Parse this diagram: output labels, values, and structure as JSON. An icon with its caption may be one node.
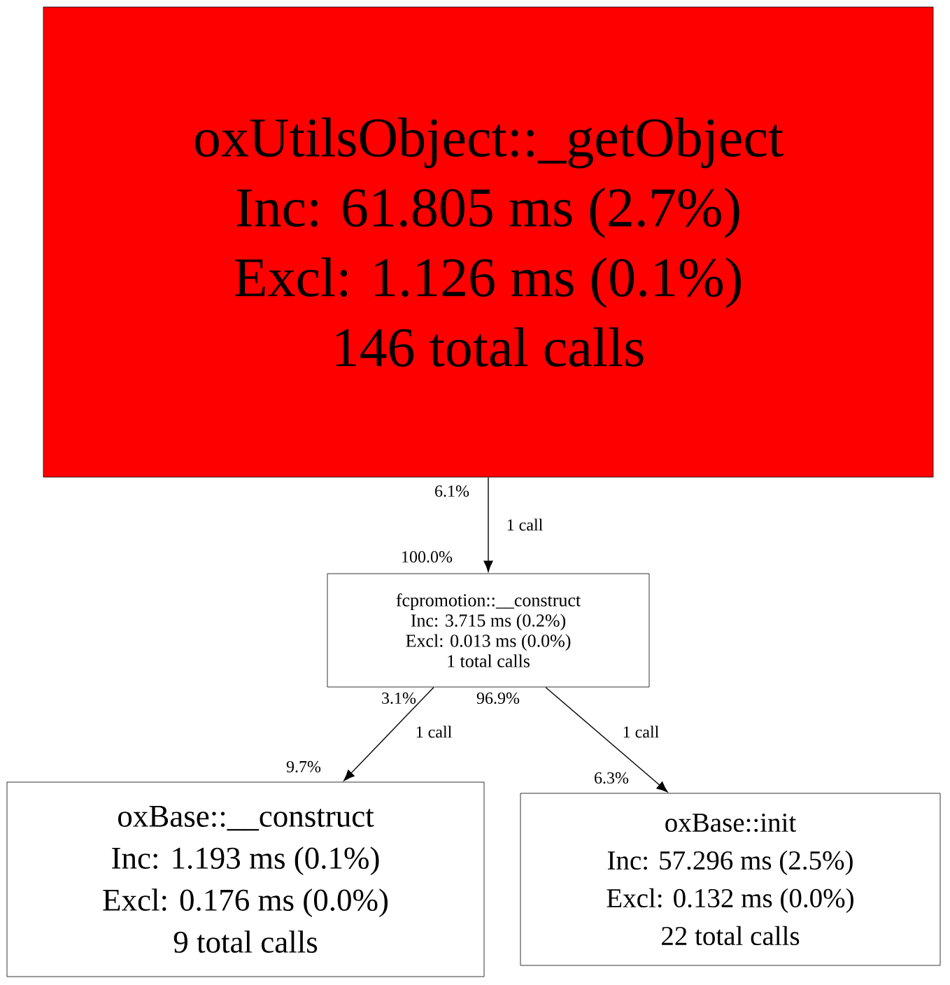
{
  "diagram": {
    "nodes": [
      {
        "text": [
          "oxUtilsObject::_getObject",
          "Inc: 61.805 ms (2.7%)",
          "Excl: 1.126 ms (0.1%)",
          "146 total calls"
        ]
      },
      {
        "text": [
          "fcpromotion::__construct",
          "Inc: 3.715 ms (0.2%)",
          "Excl: 0.013 ms (0.0%)",
          "1 total calls"
        ]
      },
      {
        "text": [
          "oxBase::__construct",
          "Inc: 1.193 ms (0.1%)",
          "Excl: 0.176 ms (0.0%)",
          "9 total calls"
        ]
      },
      {
        "text": [
          "oxBase::init",
          "Inc: 57.296 ms (2.5%)",
          "Excl: 0.132 ms (0.0%)",
          "22 total calls"
        ]
      }
    ],
    "edges": [
      {
        "from": 0,
        "to": 1,
        "arrow": "to",
        "label": "1 call"
      },
      {
        "from": 1,
        "to": 2,
        "arrow": "to",
        "label": "1 call"
      },
      {
        "from": 1,
        "to": 3,
        "arrow": "to",
        "label": "1 call"
      }
    ],
    "labels": [
      "6.1%",
      "100.0%",
      "3.1%",
      "96.9%",
      "9.7%",
      "6.3%"
    ]
  }
}
